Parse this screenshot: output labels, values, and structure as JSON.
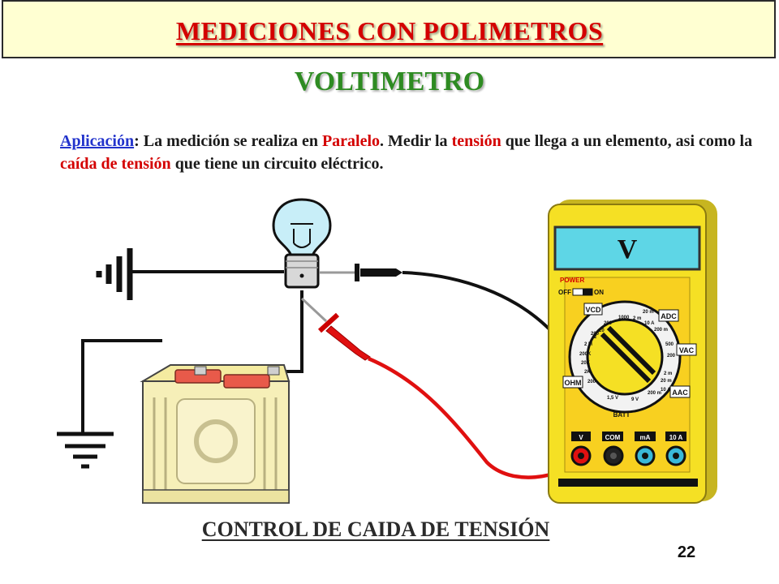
{
  "header": {
    "title": "MEDICIONES CON POLIMETROS",
    "subtitle": "VOLTIMETRO"
  },
  "description": {
    "lead": "Aplicación",
    "part1": ": La medición se realiza en ",
    "hl1": "Paralelo",
    "part2": ". Medir la ",
    "hl2": "tensión",
    "part3": " que llega a un elemento, asi como la ",
    "hl3": "caída de tensión",
    "part4": " que tiene un circuito eléctrico."
  },
  "multimeter": {
    "display": "V",
    "power_label": "POWER",
    "off_label": "OFF",
    "on_label": "ON",
    "ranges": {
      "vcd": "VCD",
      "adc": "ADC",
      "vac": "VAC",
      "aac": "AAC",
      "ohm": "OHM",
      "batt": "BATT"
    },
    "dial_values": [
      "1000",
      "200",
      "20",
      "2",
      "200",
      "2 M",
      "200K",
      "20K",
      "2K",
      "200",
      "1,5 V",
      "9 V",
      "200 m",
      "20 m",
      "2 m",
      "10 A",
      "200 m",
      "500",
      "200",
      "2 m",
      "20 m",
      "10 A"
    ],
    "jacks": [
      "V",
      "COM",
      "mA",
      "10 A"
    ]
  },
  "footer": {
    "caption": "CONTROL DE CAIDA DE TENSIÓN",
    "page_number": "22"
  },
  "colors": {
    "title_red": "#d40000",
    "subtitle_green": "#2e8b22",
    "title_box_bg": "#ffffd2",
    "meter_yellow": "#f5e024",
    "display_cyan": "#5ed6e6",
    "probe_red": "#e01010",
    "wire_black": "#111111"
  }
}
